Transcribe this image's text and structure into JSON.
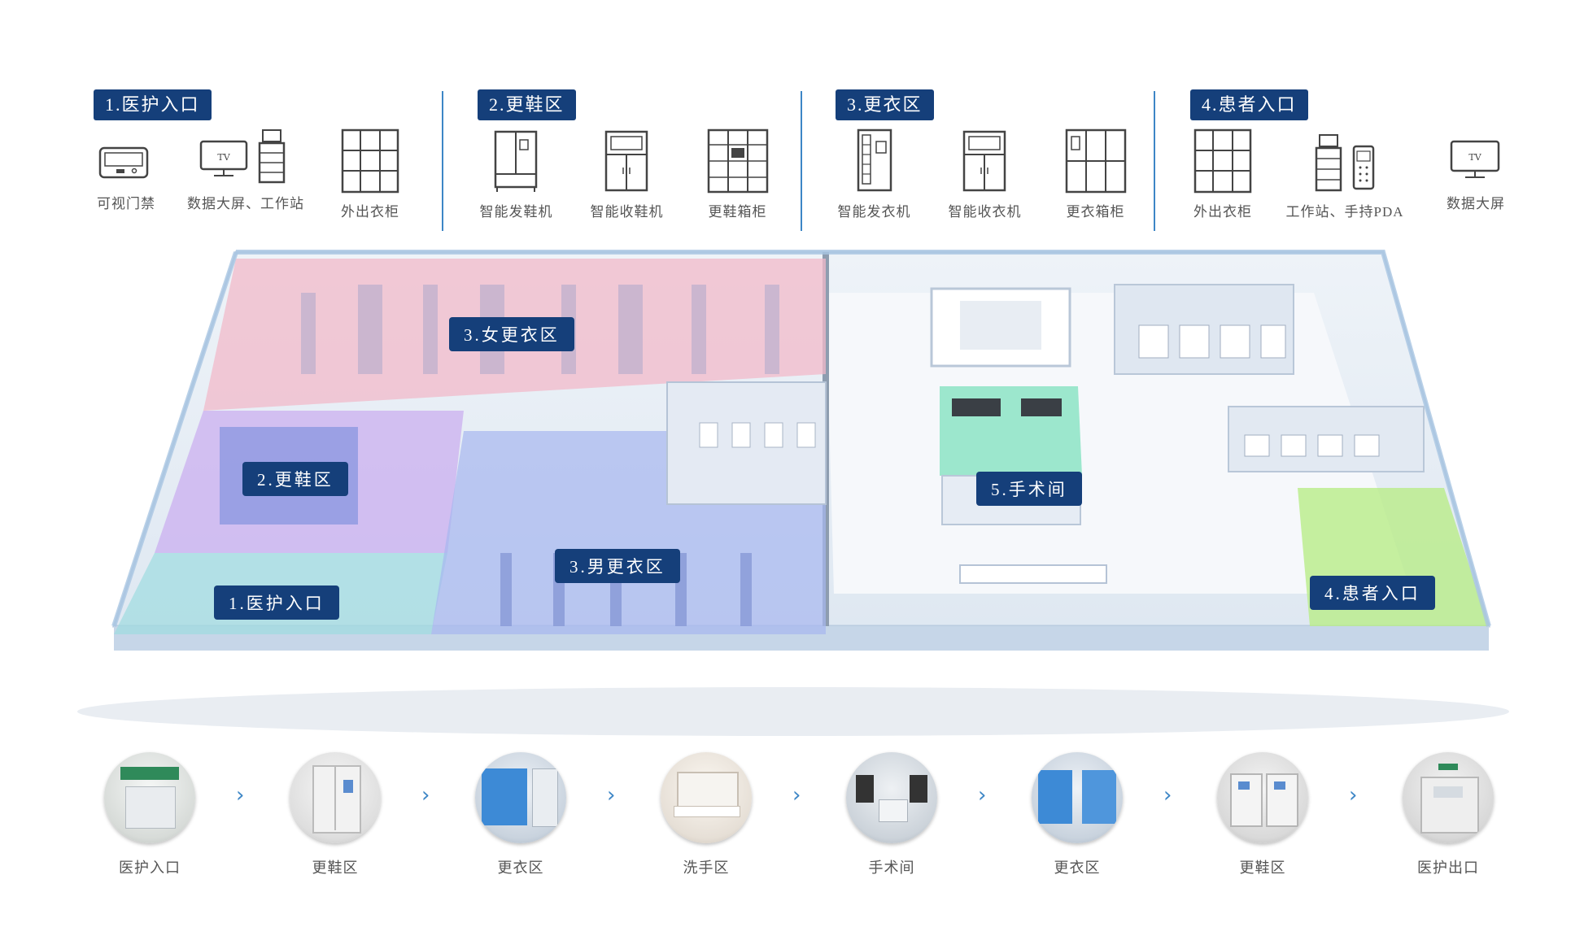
{
  "groups": [
    {
      "badge": "1.医护入口",
      "devices": [
        {
          "label": "可视门禁",
          "icon": "access-terminal-icon"
        },
        {
          "label": "数据大屏、工作站",
          "icon": "tv-workstation-icon",
          "tv_text": "TV"
        },
        {
          "label": "外出衣柜",
          "icon": "locker-icon"
        }
      ]
    },
    {
      "badge": "2.更鞋区",
      "devices": [
        {
          "label": "智能发鞋机",
          "icon": "fridge-dispenser-icon"
        },
        {
          "label": "智能收鞋机",
          "icon": "collector-cabinet-icon"
        },
        {
          "label": "更鞋箱柜",
          "icon": "shoe-locker-icon"
        }
      ]
    },
    {
      "badge": "3.更衣区",
      "devices": [
        {
          "label": "智能发衣机",
          "icon": "clothes-dispenser-icon"
        },
        {
          "label": "智能收衣机",
          "icon": "collector-cabinet-icon"
        },
        {
          "label": "更衣箱柜",
          "icon": "clothes-locker-icon"
        }
      ]
    },
    {
      "badge": "4.患者入口",
      "devices": [
        {
          "label": "外出衣柜",
          "icon": "locker-icon"
        },
        {
          "label": "工作站、手持PDA",
          "icon": "workstation-pda-icon"
        },
        {
          "label": "数据大屏",
          "icon": "tv-icon",
          "tv_text": "TV"
        }
      ]
    }
  ],
  "zones": [
    {
      "label": "3.女更衣区",
      "color": "#e8a6b8"
    },
    {
      "label": "2.更鞋区",
      "color": "#c7a6e6"
    },
    {
      "label": "1.医护入口",
      "color": "#9fd6dc"
    },
    {
      "label": "3.男更衣区",
      "color": "#a9b8ef"
    },
    {
      "label": "5.手术间",
      "color": "#7fe0bf"
    },
    {
      "label": "4.患者入口",
      "color": "#b6e886"
    }
  ],
  "flow": [
    {
      "label": "医护入口"
    },
    {
      "label": "更鞋区"
    },
    {
      "label": "更衣区"
    },
    {
      "label": "洗手区"
    },
    {
      "label": "手术间"
    },
    {
      "label": "更衣区"
    },
    {
      "label": "更鞋区"
    },
    {
      "label": "医护出口"
    }
  ],
  "flow_arrow": "›",
  "colors": {
    "badge": "#153f7a",
    "divider": "#3d86c6",
    "arrow": "#3d86c6"
  }
}
